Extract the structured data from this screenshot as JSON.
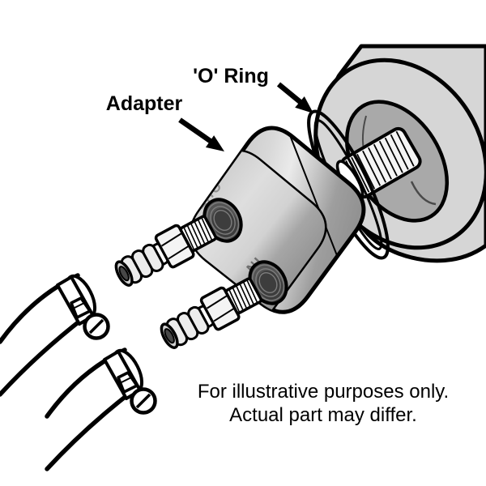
{
  "illustration": {
    "title_hint": "Oil cooler adapter exploded diagram",
    "callouts": {
      "adapter": "Adapter",
      "o_ring": "'O' Ring"
    },
    "part_markings": {
      "out": "OUT",
      "in": "IN"
    },
    "disclaimer": {
      "line1": "For illustrative purposes only.",
      "line2": "Actual part may differ."
    },
    "colors": {
      "background": "#ffffff",
      "outline": "#000000",
      "body_light": "#d6d6d6",
      "recess_medium": "#a9a9a9",
      "rim_dark": "#888888",
      "face_bright": "#eaeaea",
      "port_dark": "#4a4a4a",
      "marking_gray": "#8f8f8f"
    }
  }
}
